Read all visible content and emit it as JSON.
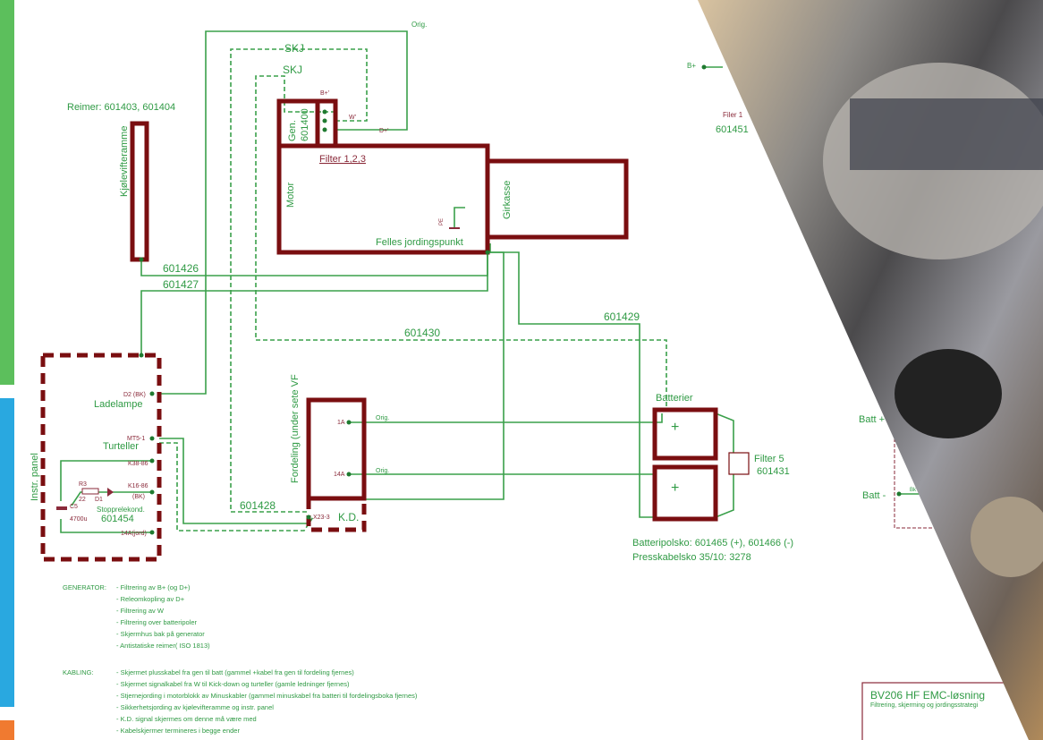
{
  "colors": {
    "wire": "#3aa04a",
    "box": "#7a0e10",
    "strip_green": "#5cbf5c",
    "strip_blue": "#29a8e0",
    "strip_orange": "#f07a30"
  },
  "labels": {
    "orig_top": "Orig.",
    "skj1": "SKJ",
    "skj2": "SKJ",
    "b_plus": "B+'",
    "w": "W'",
    "d_plus": "D+'",
    "gen": "Gen.",
    "gen_num": "601400",
    "filter123": "Filter 1,2,3",
    "motor": "Motor",
    "girkasse": "Girkasse",
    "felles": "Felles jordingspunkt",
    "pe": "PE",
    "reimer": "Reimer: 601403, 601404",
    "kjole": "Kjølevifteramme",
    "c601426": "601426",
    "c601427": "601427",
    "c601430": "601430",
    "c601429": "601429",
    "c601428": "601428",
    "instr": "Instr. panel",
    "d2": "D2 (BK)",
    "ladelampe": "Ladelampe",
    "mt5": "MT5-1",
    "turteller": "Turteller",
    "k38": "K38-86",
    "k16": "K16-86",
    "bk": "(BK)",
    "r3": "R3",
    "r22": "22",
    "d1": "D1",
    "c5": "C5",
    "c5v": "4700u",
    "stopp": "Stopprelekond.",
    "stopp_num": "601454",
    "gnd14a": "14A(jord)",
    "fordeling": "Fordeling (under sete VF",
    "f1a": "1A",
    "f14a": "14A",
    "orig1": "Orig.",
    "orig2": "Orig.",
    "x23": "X23-3",
    "kd": "K.D.",
    "batterier": "Batterier",
    "plus1": "+",
    "plus2": "+",
    "filter5": "Filter 5",
    "filter5_num": "601431",
    "batteripolsko": "Batteripolsko: 601465 (+), 601466 (-)",
    "presskabelsko": "Presskabelsko 35/10:  3278",
    "b_plus_right": "B+",
    "filter_right": "Filer 1",
    "filter_right_num": "601451",
    "batt_plus": "Batt +",
    "batt_minus": "Batt -",
    "bk_right": "Bk",
    "title": "BV206 HF EMC-løsning",
    "subtitle": "Filtrering, skjerming og jordingsstrategi"
  },
  "notes": {
    "generator_heading": "GENERATOR:",
    "generator": [
      "- Filtrering av B+ (og D+)",
      "- Releomkopling av D+",
      "- Filtrering av W",
      "- Filtrering over batteripoler",
      "- Skjermhus bak på generator",
      "- Antistatiske reimer( ISO 1813)"
    ],
    "kabling_heading": "KABLING:",
    "kabling": [
      "- Skjermet plusskabel fra gen til batt (gammel +kabel fra gen til fordeling fjernes)",
      "- Skjermet signalkabel fra W til Kick-down og turteller (gamle ledninger fjernes)",
      "- Stjernejording i motorblokk av Minuskabler (gammel minuskabel fra batteri til fordelingsboka fjernes)",
      "- Sikkerhetsjording av kjølevifteramme og instr. panel",
      "- K.D. signal skjermes om denne må være med",
      "- Kabelskjermer termineres i begge ender"
    ]
  }
}
